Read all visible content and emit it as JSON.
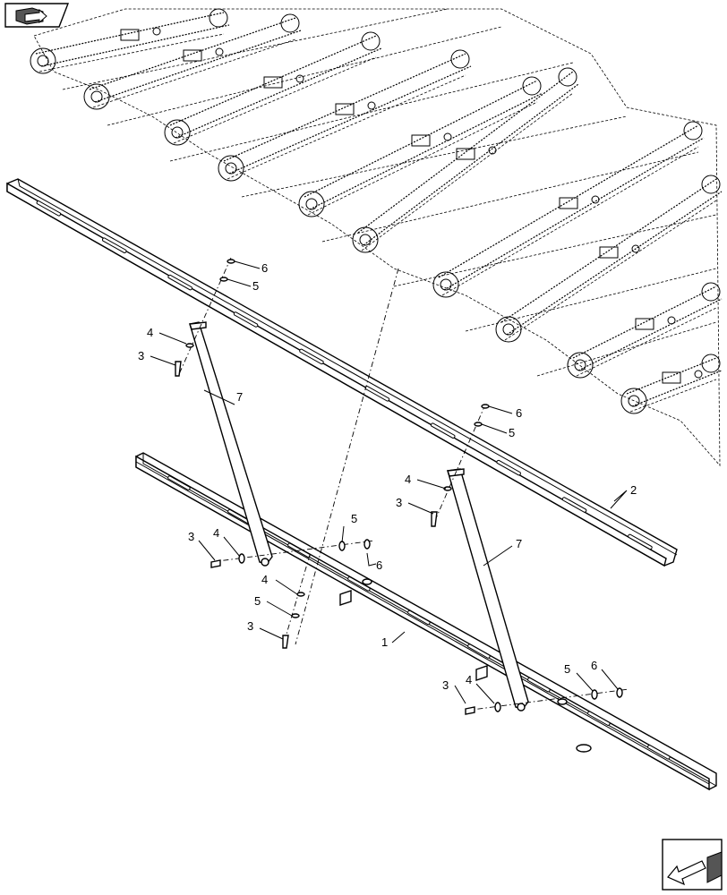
{
  "diagram": {
    "nav_icon_top": "nav-book-arrow-icon",
    "nav_icon_bottom": "nav-return-arrow-icon",
    "callouts": [
      {
        "id": "c6a",
        "label": "6"
      },
      {
        "id": "c5a",
        "label": "5"
      },
      {
        "id": "c4a",
        "label": "4"
      },
      {
        "id": "c3a",
        "label": "3"
      },
      {
        "id": "c7a",
        "label": "7"
      },
      {
        "id": "c6b",
        "label": "6"
      },
      {
        "id": "c5b",
        "label": "5"
      },
      {
        "id": "c4b",
        "label": "4"
      },
      {
        "id": "c3b",
        "label": "3"
      },
      {
        "id": "c2",
        "label": "2"
      },
      {
        "id": "c7b",
        "label": "7"
      },
      {
        "id": "c5c",
        "label": "5"
      },
      {
        "id": "c3c",
        "label": "3"
      },
      {
        "id": "c4c",
        "label": "4"
      },
      {
        "id": "c6c",
        "label": "6"
      },
      {
        "id": "c4d",
        "label": "4"
      },
      {
        "id": "c5d",
        "label": "5"
      },
      {
        "id": "c3d",
        "label": "3"
      },
      {
        "id": "c1",
        "label": "1"
      },
      {
        "id": "c3e",
        "label": "3"
      },
      {
        "id": "c4e",
        "label": "4"
      },
      {
        "id": "c5e",
        "label": "5"
      },
      {
        "id": "c6e",
        "label": "6"
      }
    ]
  }
}
